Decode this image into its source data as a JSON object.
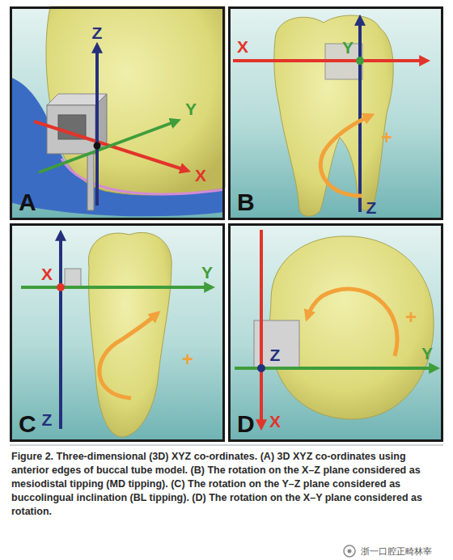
{
  "diagram": {
    "caption": "Figure 2. Three-dimensional (3D) XYZ co-ordinates. (A) 3D XYZ co-ordinates using anterior edges of buccal tube model. (B) The rotation on the X–Z plane considered as mesiodistal tipping (MD tipping). (C) The rotation on the Y–Z plane considered as buccolingual inclination (BL tipping). (D) The rotation on the X–Y plane considered as rotation.",
    "nodes": [
      {
        "text": [
          "A"
        ]
      },
      {
        "text": [
          "B"
        ]
      },
      {
        "text": [
          "C"
        ]
      },
      {
        "text": [
          "D"
        ]
      }
    ],
    "labels": [
      "Z",
      "Y",
      "X",
      "X",
      "Y",
      "Z",
      "+",
      "X",
      "Y",
      "Z",
      "+",
      "Z",
      "Y",
      "X",
      "+",
      "浙一口腔正畸林宰"
    ]
  }
}
